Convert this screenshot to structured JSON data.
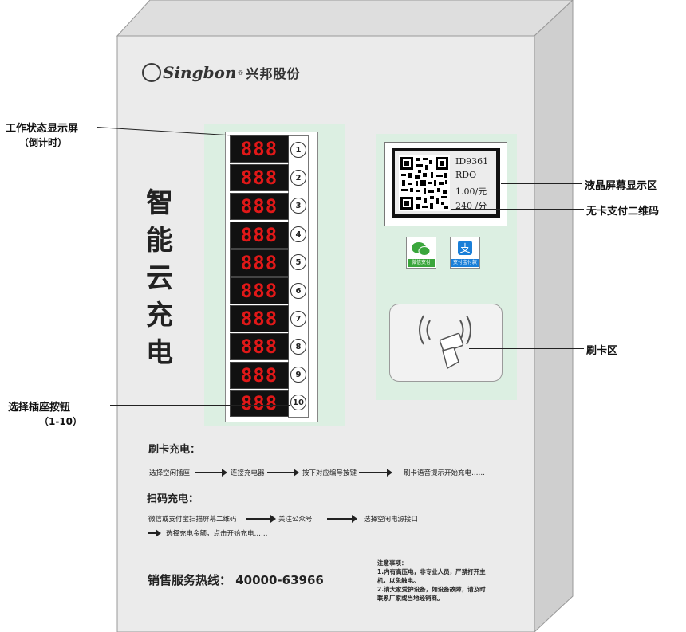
{
  "brand": {
    "logo_text": "Singbon",
    "registered": "®",
    "company": "兴邦股份"
  },
  "vertical_title": [
    "智",
    "能",
    "云",
    "充",
    "电"
  ],
  "status_display": {
    "digits": [
      "888",
      "888",
      "888",
      "888",
      "888",
      "888",
      "888",
      "888",
      "888",
      "888"
    ],
    "button_numbers": [
      "1",
      "2",
      "3",
      "4",
      "5",
      "6",
      "7",
      "8",
      "9",
      "10"
    ]
  },
  "lcd": {
    "line1": "ID9361",
    "line2": "RDO",
    "line3": "1.00/元",
    "line4": "240 /分"
  },
  "payment_icons": [
    {
      "name": "wechat-pay-icon",
      "label": "微信支付",
      "color": "#3aa63c"
    },
    {
      "name": "alipay-icon",
      "label": "支付宝付款",
      "color": "#1a7fd8"
    }
  ],
  "callouts": {
    "status_screen": "工作状态显示屏",
    "status_screen_sub": "（倒计时）",
    "lcd_area": "液晶屏幕显示区",
    "qr_code": "无卡支付二维码",
    "card_area": "刷卡区",
    "socket_buttons": "选择插座按钮",
    "socket_buttons_sub": "（1-10）"
  },
  "instructions": {
    "card_title": "刷卡充电：",
    "card_steps": [
      "选择空闲插座",
      "连接充电器",
      "按下对应编号按键",
      "刷卡语音提示开始充电……"
    ],
    "scan_title": "扫码充电：",
    "scan_steps": [
      "微信或支付宝扫描屏幕二维码",
      "关注公众号",
      "选择空闲电源接口"
    ],
    "scan_steps_row2": "选择充电金额，点击开始充电……"
  },
  "hotline": "销售服务热线：  40000-63966",
  "notice": {
    "title": "注意事项：",
    "lines": [
      "1.内有高压电，非专业人员，严禁打开主",
      "机，以免触电。",
      "2.请大家爱护设备，如设备故障，请及时",
      "联系厂家或当地经销商。"
    ]
  },
  "colors": {
    "digit_red": "#e01818",
    "panel_green": "#dcefe2",
    "cabinet_gray": "#ebebeb"
  }
}
